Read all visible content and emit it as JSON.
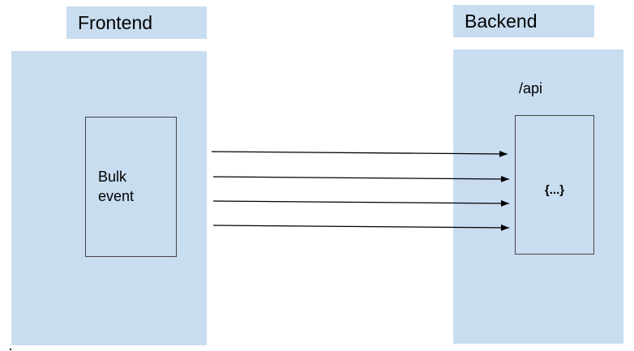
{
  "frontend": {
    "title": "Frontend",
    "box_text_line1": "Bulk",
    "box_text_line2": "event"
  },
  "backend": {
    "title": "Backend",
    "path_label": "/api",
    "box_text": "{...}"
  },
  "colors": {
    "panel": "#c9ddf0",
    "border": "#444444",
    "arrow": "#000000"
  },
  "arrows": {
    "count": 4,
    "direction": "frontend-to-backend"
  }
}
